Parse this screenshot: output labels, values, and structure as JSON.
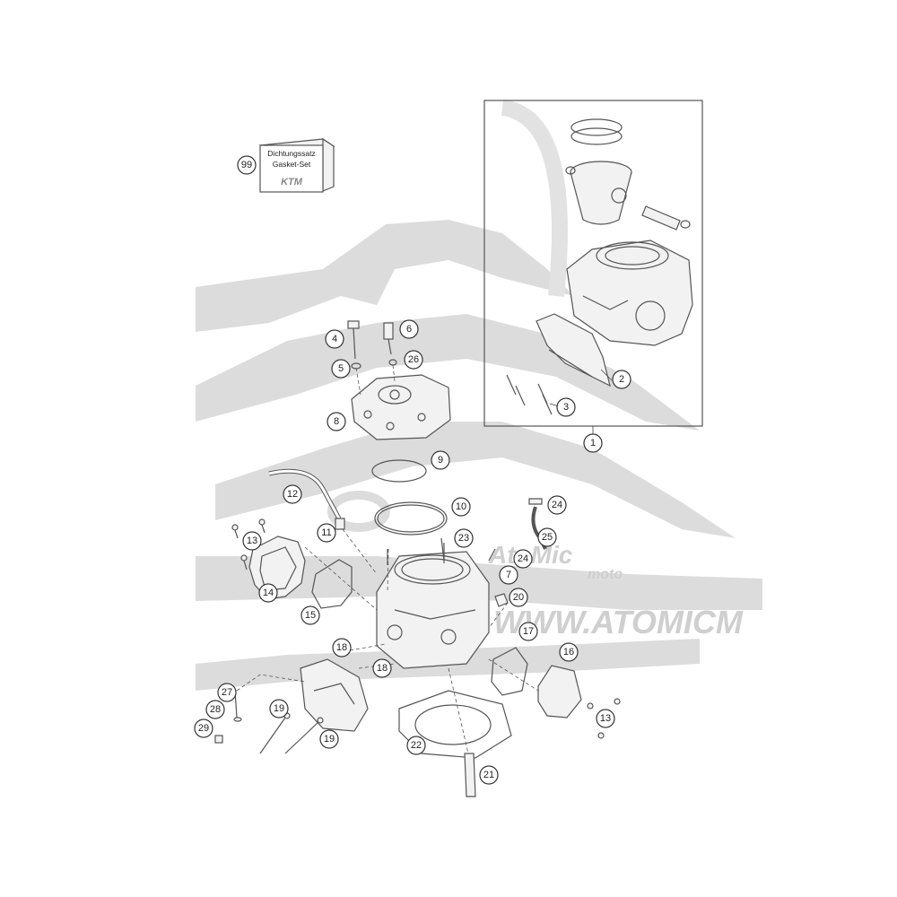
{
  "gasket_box": {
    "line1": "Dichtungssatz",
    "line2": "Gasket-Set",
    "logo": "KTM"
  },
  "watermark": {
    "brand": "AtoMic",
    "brand_sub": "moto",
    "url": "WWW.ATOMICM"
  },
  "callouts": [
    "1",
    "2",
    "3",
    "4",
    "5",
    "6",
    "26",
    "8",
    "9",
    "10",
    "12",
    "11",
    "13",
    "14",
    "15",
    "23",
    "7",
    "24",
    "25",
    "24",
    "20",
    "17",
    "16",
    "18",
    "18",
    "27",
    "28",
    "29",
    "19",
    "19",
    "22",
    "21",
    "13",
    "99"
  ]
}
